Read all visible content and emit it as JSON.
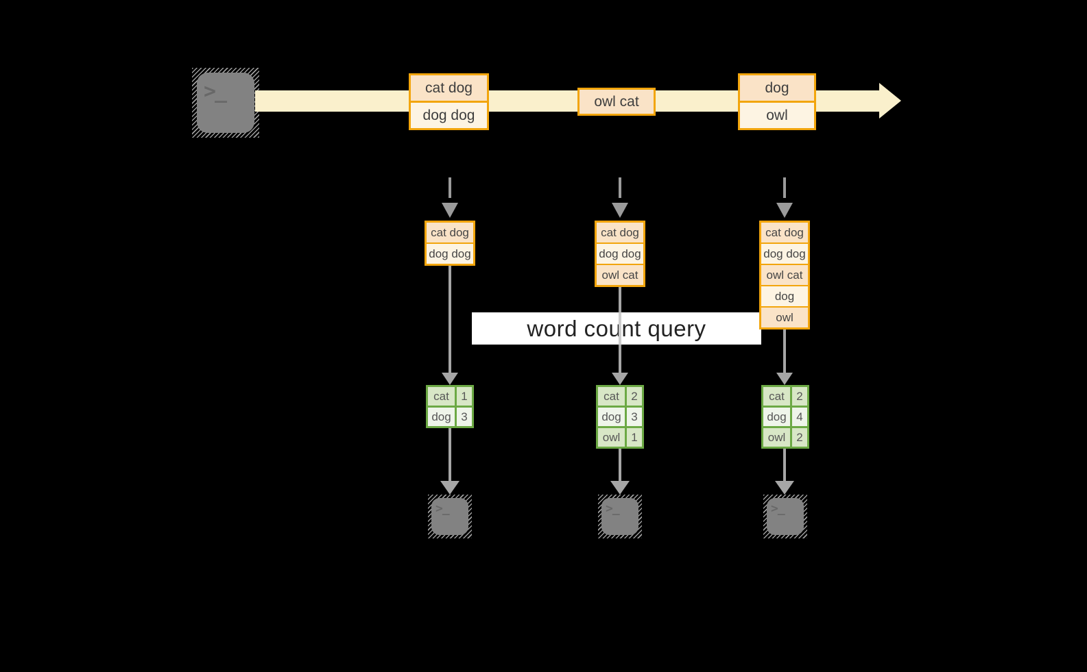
{
  "diagram": {
    "title_visible": false,
    "query_label": "word count query",
    "terminal_glyph": ">_",
    "stream": {
      "source_icon": "terminal-icon",
      "events": [
        {
          "lines": [
            "cat dog",
            "dog dog"
          ]
        },
        {
          "lines": [
            "owl cat"
          ]
        },
        {
          "lines": [
            "dog",
            "owl"
          ]
        }
      ]
    },
    "batches": [
      {
        "input_lines": [
          "cat dog",
          "dog dog"
        ],
        "counts": [
          {
            "word": "cat",
            "count": "1"
          },
          {
            "word": "dog",
            "count": "3"
          }
        ]
      },
      {
        "input_lines": [
          "cat dog",
          "dog dog",
          "owl cat"
        ],
        "counts": [
          {
            "word": "cat",
            "count": "2"
          },
          {
            "word": "dog",
            "count": "3"
          },
          {
            "word": "owl",
            "count": "1"
          }
        ]
      },
      {
        "input_lines": [
          "cat dog",
          "dog dog",
          "owl cat",
          "dog",
          "owl"
        ],
        "counts": [
          {
            "word": "cat",
            "count": "2"
          },
          {
            "word": "dog",
            "count": "4"
          },
          {
            "word": "owl",
            "count": "2"
          }
        ]
      }
    ],
    "colors": {
      "background": "#000000",
      "stream_arrow": "#FAF0CC",
      "event_border": "#F2A50C",
      "event_fill_dark": "#FAE3C7",
      "event_fill_light": "#FDF4E3",
      "result_border": "#6CA944",
      "result_fill_dark": "#D8E7C6",
      "result_fill_light": "#EFF5EA",
      "query_band": "#FFFFFF",
      "arrow_gray": "#A6A6A6",
      "dashed_arrow_gray": "#9B9B9B",
      "terminal_gray": "#828282"
    }
  }
}
